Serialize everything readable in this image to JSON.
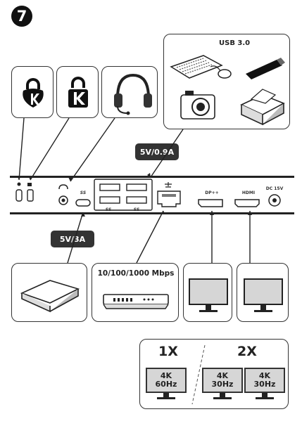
{
  "step_number": "7",
  "usb_card": {
    "title": "USB 3.0"
  },
  "labels": {
    "usb_power": "5V/0.9A",
    "usbc_power": "5V/3A",
    "ethernet": "10/100/1000 Mbps",
    "dp_port": "DP++",
    "hdmi_port": "HDMI",
    "dc_port_line1": "DC 15V",
    "usb_logo": "SS",
    "usb_logo_small": "SS"
  },
  "display_modes": {
    "single": {
      "label": "1X",
      "monitors": [
        {
          "res": "4K",
          "hz": "60Hz"
        }
      ]
    },
    "dual": {
      "label": "2X",
      "monitors": [
        {
          "res": "4K",
          "hz": "30Hz"
        },
        {
          "res": "4K",
          "hz": "30Hz"
        }
      ]
    }
  },
  "icons": [
    "kensington-lock-icon",
    "kensington-k-icon",
    "headset-icon",
    "keyboard-icon",
    "mouse-icon",
    "usb-stick-icon",
    "camera-icon",
    "printer-icon",
    "hard-drive-icon",
    "network-switch-icon",
    "monitor-icon"
  ]
}
